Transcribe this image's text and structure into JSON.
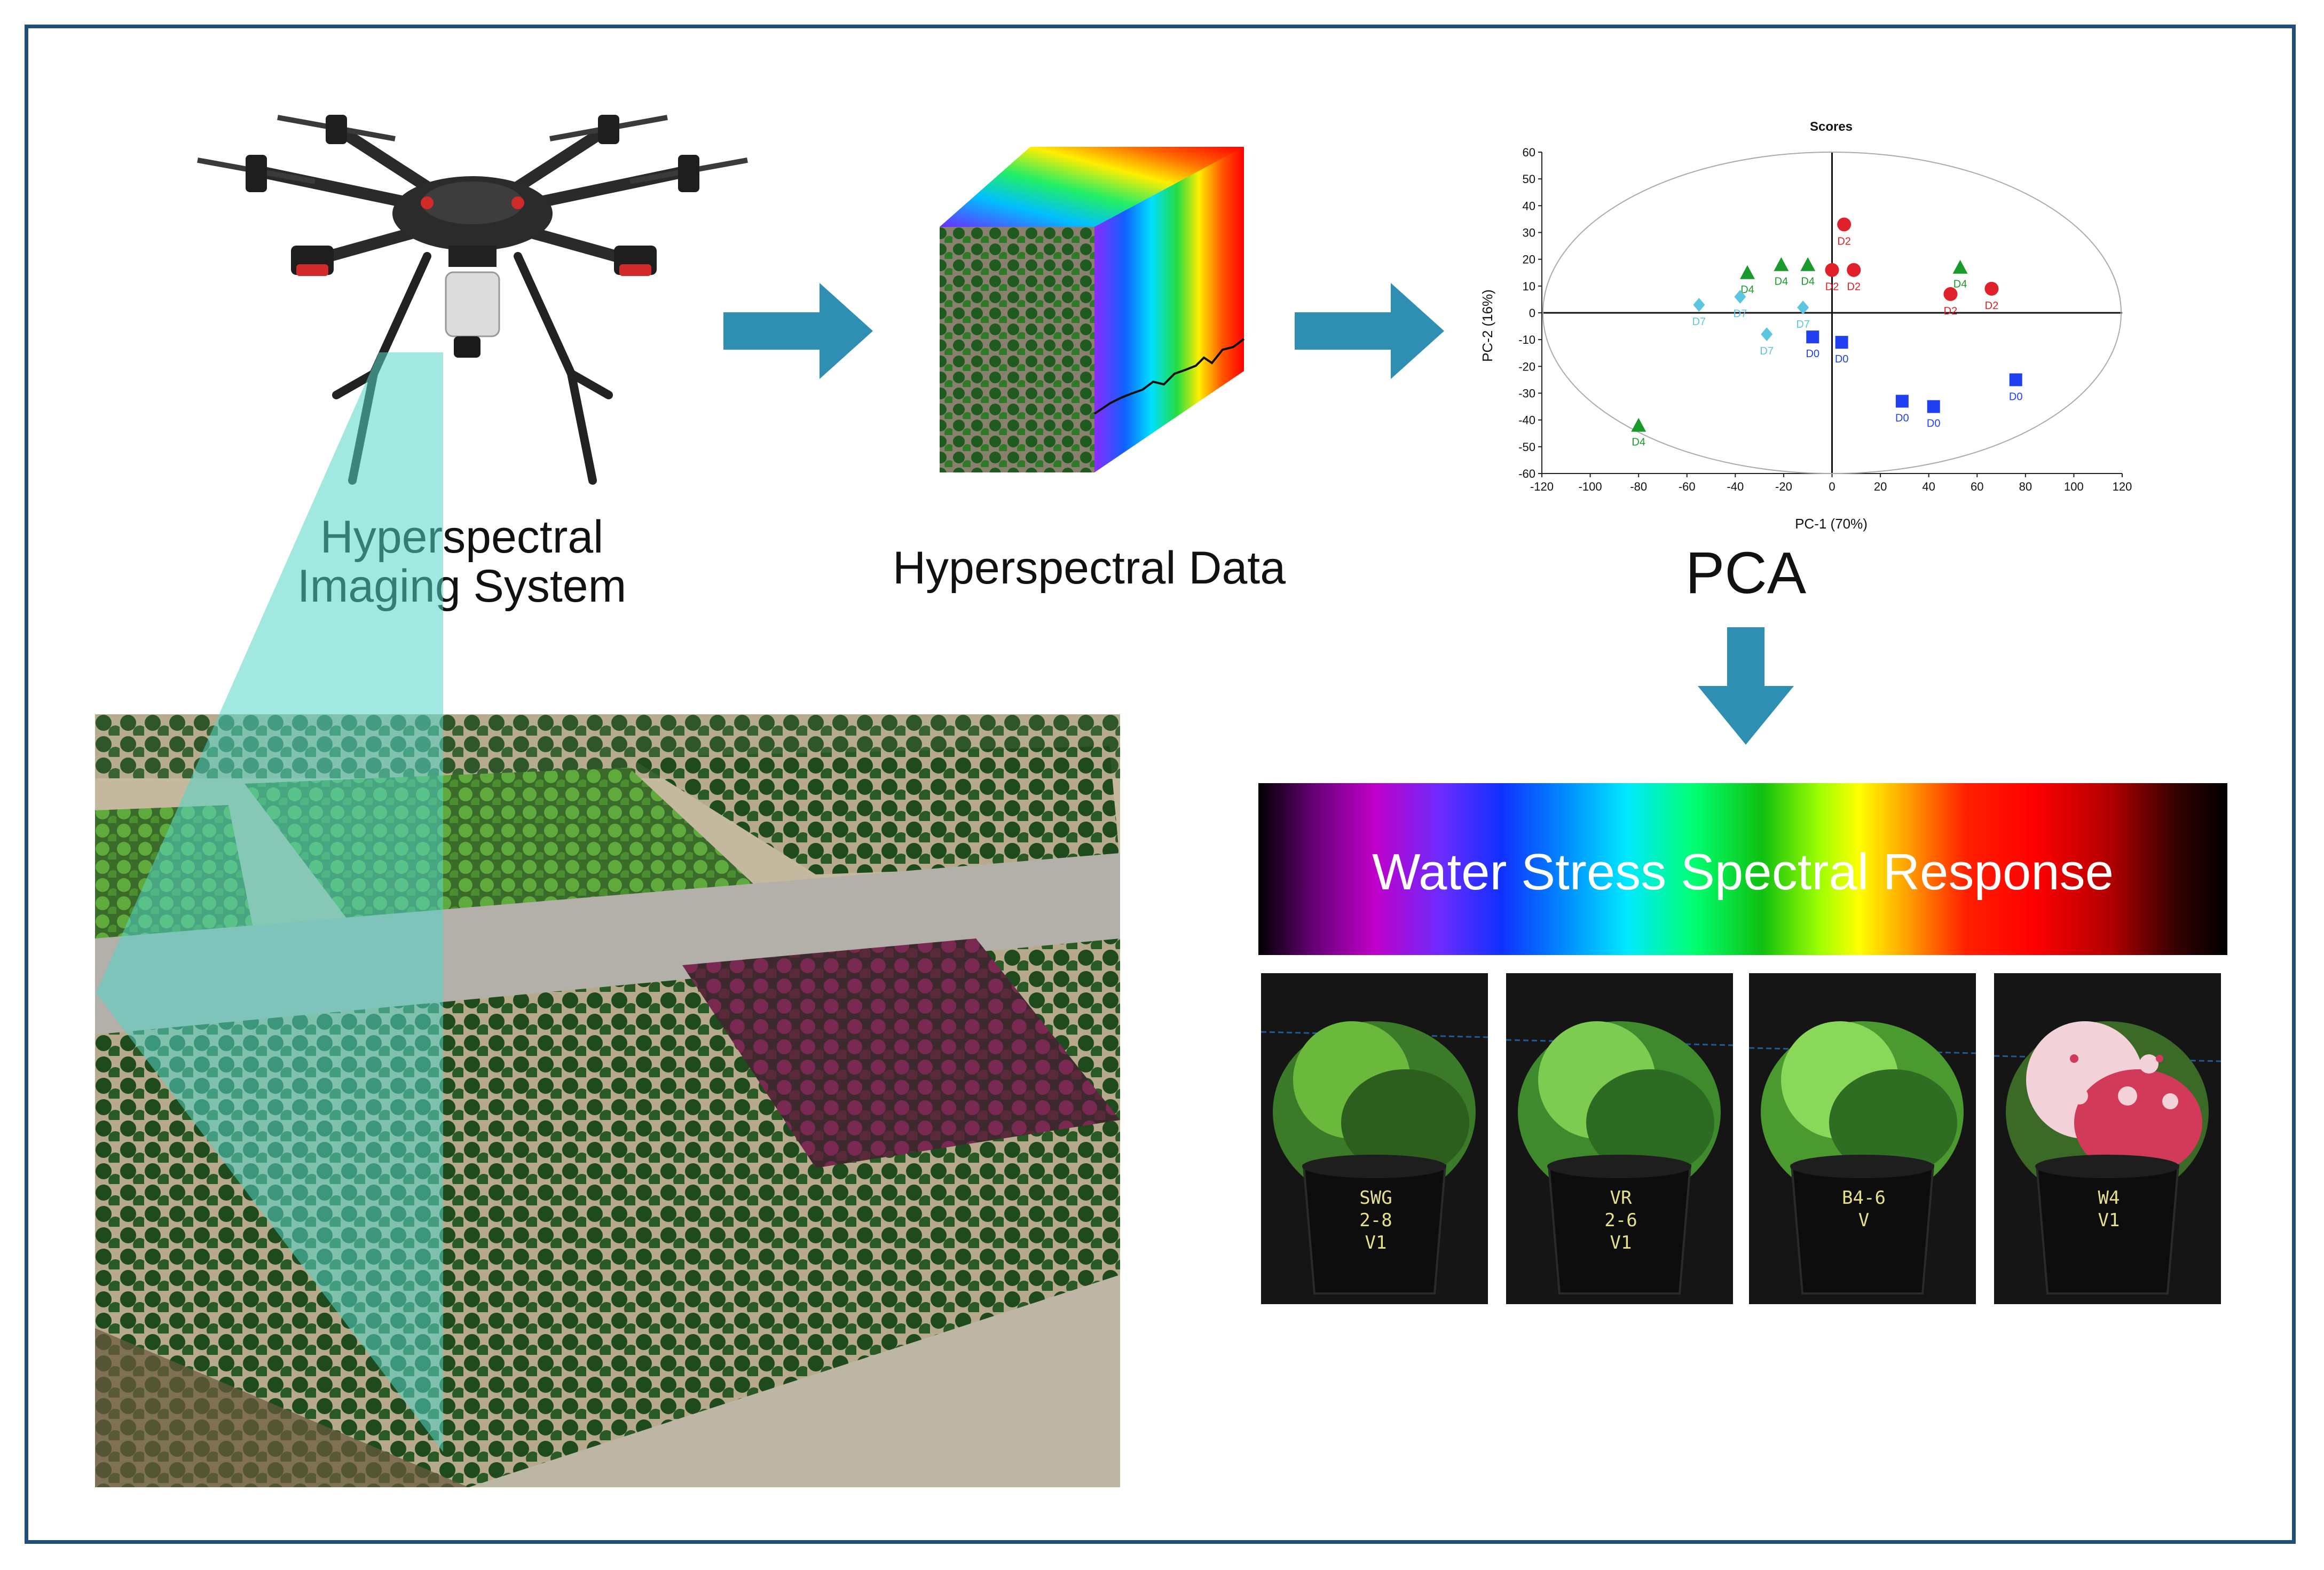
{
  "labels": {
    "imaging_system_line1": "Hyperspectral",
    "imaging_system_line2": "Imaging System",
    "hyperspectral_data": "Hyperspectral Data",
    "pca": "PCA",
    "spectral_response": "Water Stress Spectral Response"
  },
  "colors": {
    "frame": "#1f4e79",
    "arrow": "#2f8fb3",
    "d0": "#1f3ff0",
    "d2": "#e0202a",
    "d4": "#1a9a2a",
    "d7": "#5cc6e0"
  },
  "plant_labels": [
    {
      "line1": "SWG",
      "line2": "2-8",
      "line3": "V1"
    },
    {
      "line1": "VR",
      "line2": "2-6",
      "line3": "V1"
    },
    {
      "line1": "B4-6",
      "line2": "V",
      "line3": ""
    },
    {
      "line1": "W4",
      "line2": "V1",
      "line3": ""
    }
  ],
  "chart_data": {
    "type": "scatter",
    "title": "Scores",
    "xlabel": "PC-1 (70%)",
    "ylabel": "PC-2 (16%)",
    "xlim": [
      -120,
      120
    ],
    "ylim": [
      -60,
      60
    ],
    "xticks": [
      -120,
      -100,
      -80,
      -60,
      -40,
      -20,
      0,
      20,
      40,
      60,
      80,
      100,
      120
    ],
    "yticks": [
      60,
      50,
      40,
      30,
      20,
      10,
      0,
      -10,
      -20,
      -30,
      -40,
      -50,
      -60
    ],
    "series": [
      {
        "name": "D0",
        "marker": "square",
        "points": [
          [
            -8,
            -9
          ],
          [
            4,
            -11
          ],
          [
            29,
            -33
          ],
          [
            42,
            -35
          ],
          [
            76,
            -25
          ]
        ]
      },
      {
        "name": "D2",
        "marker": "circle",
        "points": [
          [
            5,
            33
          ],
          [
            0,
            16
          ],
          [
            9,
            16
          ],
          [
            49,
            7
          ],
          [
            66,
            9
          ]
        ]
      },
      {
        "name": "D4",
        "marker": "triangle",
        "points": [
          [
            -35,
            15
          ],
          [
            -21,
            18
          ],
          [
            -10,
            18
          ],
          [
            53,
            17
          ],
          [
            -80,
            -42
          ]
        ]
      },
      {
        "name": "D7",
        "marker": "diamond",
        "points": [
          [
            -55,
            3
          ],
          [
            -38,
            6
          ],
          [
            -27,
            -8
          ],
          [
            -12,
            2
          ]
        ]
      }
    ]
  }
}
